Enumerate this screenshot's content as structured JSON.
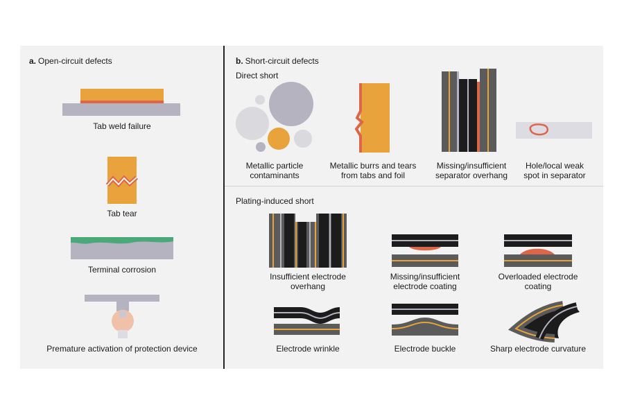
{
  "colors": {
    "orange": "#e8a33c",
    "red": "#dd6648",
    "gray": "#b4b3bf",
    "dark_gray": "#5b5b5b",
    "black": "#1c1c1c",
    "green": "#4ba878",
    "light_gray": "#dcdce2",
    "peach": "#f0c1a8"
  },
  "panel_a": {
    "letter": "a.",
    "title": "Open-circuit defects",
    "items": [
      {
        "label": "Tab weld failure"
      },
      {
        "label": "Tab tear"
      },
      {
        "label": "Terminal corrosion"
      },
      {
        "label": "Premature activation of protection device"
      }
    ]
  },
  "panel_b": {
    "letter": "b.",
    "title": "Short-circuit defects",
    "direct_short": {
      "title": "Direct short",
      "items": [
        {
          "label": "Metallic particle\ncontaminants"
        },
        {
          "label": "Metallic burrs and tears\nfrom tabs and foil"
        },
        {
          "label": "Missing/insufficient\nseparator overhang"
        },
        {
          "label": "Hole/local weak\nspot in separator"
        }
      ]
    },
    "plating_short": {
      "title": "Plating-induced short",
      "items": [
        {
          "label": "Insufficient electrode\noverhang"
        },
        {
          "label": "Missing/insufficient\nelectrode coating"
        },
        {
          "label": "Overloaded electrode\ncoating"
        },
        {
          "label": "Electrode wrinkle"
        },
        {
          "label": "Electrode buckle"
        },
        {
          "label": "Sharp electrode curvature"
        }
      ]
    }
  }
}
